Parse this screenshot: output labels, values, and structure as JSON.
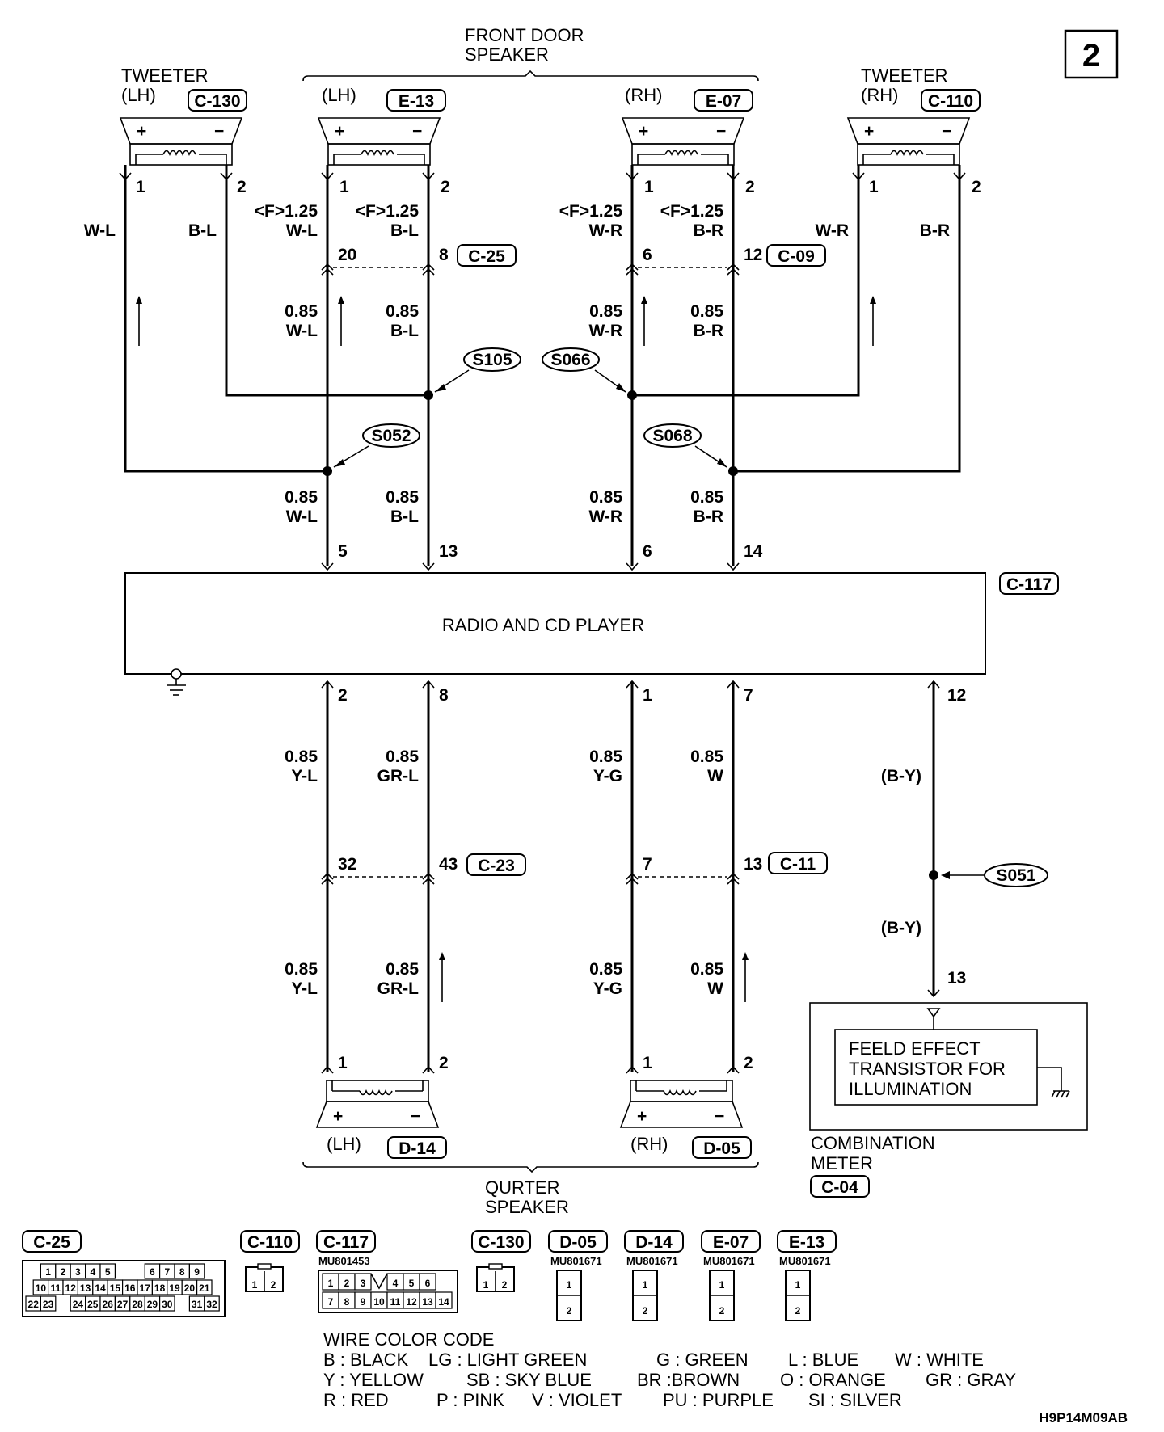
{
  "page_number": "2",
  "drawing_code": "H9P14M09AB",
  "front_door_speaker": {
    "title_line1": "FRONT DOOR",
    "title_line2": "SPEAKER"
  },
  "quarter_speaker": {
    "title_line1": "QURTER",
    "title_line2": "SPEAKER"
  },
  "speakers": {
    "tweeter_lh": {
      "title": "TWEETER",
      "side": "(LH)",
      "connector": "C-130",
      "pin1": "1",
      "pin2": "2"
    },
    "front_lh": {
      "side": "(LH)",
      "connector": "E-13",
      "pin1": "1",
      "pin2": "2"
    },
    "front_rh": {
      "side": "(RH)",
      "connector": "E-07",
      "pin1": "1",
      "pin2": "2"
    },
    "tweeter_rh": {
      "title": "TWEETER",
      "side": "(RH)",
      "connector": "C-110",
      "pin1": "1",
      "pin2": "2"
    },
    "quarter_lh": {
      "side": "(LH)",
      "connector": "D-14",
      "pin1": "1",
      "pin2": "2"
    },
    "quarter_rh": {
      "side": "(RH)",
      "connector": "D-05",
      "pin1": "1",
      "pin2": "2"
    }
  },
  "wires": {
    "tw_lh_plus": "W-L",
    "tw_lh_minus": "B-L",
    "tw_rh_plus": "W-R",
    "tw_rh_minus": "B-R",
    "f_size": "<F>1.25",
    "size": "0.85",
    "wl": "W-L",
    "bl": "B-L",
    "wr": "W-R",
    "br": "B-R",
    "yl": "Y-L",
    "grl": "GR-L",
    "yg": "Y-G",
    "w": "W",
    "by": "(B-Y)"
  },
  "joints": {
    "c25": {
      "connector": "C-25",
      "pin_a": "20",
      "pin_b": "8"
    },
    "c09": {
      "connector": "C-09",
      "pin_a": "6",
      "pin_b": "12"
    },
    "c23": {
      "connector": "C-23",
      "pin_a": "32",
      "pin_b": "43"
    },
    "c11": {
      "connector": "C-11",
      "pin_a": "7",
      "pin_b": "13"
    }
  },
  "splices": {
    "s105": "S105",
    "s066": "S066",
    "s052": "S052",
    "s068": "S068",
    "s051": "S051"
  },
  "radio": {
    "label": "RADIO AND CD PLAYER",
    "connector": "C-117",
    "pins_top": [
      "5",
      "13",
      "6",
      "14"
    ],
    "pins_bottom": [
      "2",
      "8",
      "1",
      "7",
      "12"
    ]
  },
  "combination_meter": {
    "inner_line1": "FEELD EFFECT",
    "inner_line2": "TRANSISTOR FOR",
    "inner_line3": "ILLUMINATION",
    "title_line1": "COMBINATION",
    "title_line2": "METER",
    "connector": "C-04",
    "pin": "13"
  },
  "connector_views": {
    "c25": {
      "label": "C-25",
      "rows": [
        [
          "1",
          "2",
          "3",
          "4",
          "5",
          "",
          "",
          "6",
          "7",
          "8",
          "9"
        ],
        [
          "10",
          "11",
          "12",
          "13",
          "14",
          "15",
          "16",
          "17",
          "18",
          "19",
          "20",
          "21"
        ],
        [
          "22",
          "23",
          "",
          "24",
          "25",
          "26",
          "27",
          "28",
          "29",
          "30",
          "",
          "31",
          "32"
        ]
      ]
    },
    "c110": {
      "label": "C-110",
      "pins": [
        "1",
        "2"
      ]
    },
    "c117": {
      "label": "C-117",
      "part": "MU801453",
      "row1": [
        "1",
        "2",
        "3",
        "",
        "4",
        "5",
        "6"
      ],
      "row2": [
        "7",
        "8",
        "9",
        "10",
        "11",
        "12",
        "13",
        "14"
      ]
    },
    "c130": {
      "label": "C-130",
      "pins": [
        "1",
        "2"
      ]
    },
    "d05": {
      "label": "D-05",
      "part": "MU801671",
      "pins": [
        "1",
        "2"
      ]
    },
    "d14": {
      "label": "D-14",
      "part": "MU801671",
      "pins": [
        "1",
        "2"
      ]
    },
    "e07": {
      "label": "E-07",
      "part": "MU801671",
      "pins": [
        "1",
        "2"
      ]
    },
    "e13": {
      "label": "E-13",
      "part": "MU801671",
      "pins": [
        "1",
        "2"
      ]
    }
  },
  "wire_color_code": {
    "title": "WIRE COLOR CODE",
    "line1": [
      "B : BLACK",
      "LG : LIGHT GREEN",
      "G : GREEN",
      "L : BLUE",
      "W : WHITE"
    ],
    "line2": [
      "Y : YELLOW",
      "SB : SKY BLUE",
      "BR :BROWN",
      "O : ORANGE",
      "GR : GRAY"
    ],
    "line3": [
      "R : RED",
      "P : PINK",
      "V : VIOLET",
      "PU : PURPLE",
      "SI : SILVER"
    ]
  }
}
